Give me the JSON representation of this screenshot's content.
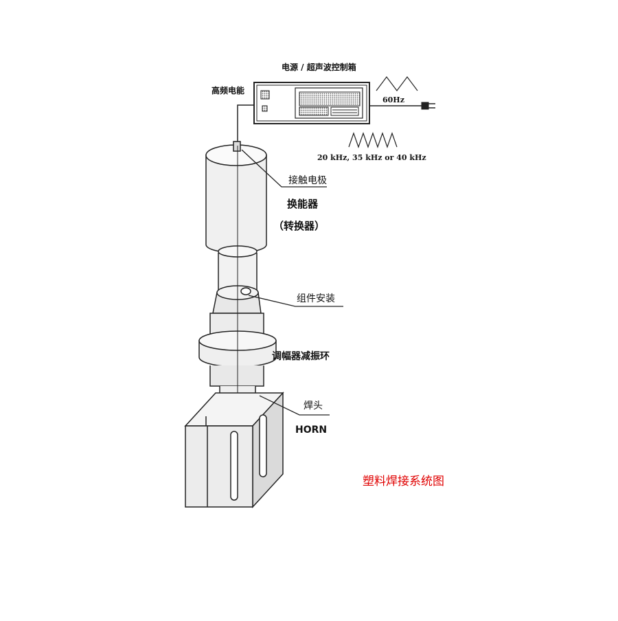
{
  "labels": {
    "control_box": "电源 / 超声波控制箱",
    "hf_power": "高频电能",
    "line_freq": "60Hz",
    "output_freq": "20 kHz, 35 kHz or 40 kHz",
    "contact_electrode": "接触电极",
    "transducer": "换能器",
    "converter": "（转换器）",
    "assembly_mount": "组件安装",
    "booster_ring": "调幅器减振环",
    "horn_cn": "焊头",
    "horn_en": "HORN",
    "caption": "塑料焊接系统图"
  },
  "colors": {
    "line": "#222222",
    "fill": "#f2f2f2",
    "shade": "#d6d6d6",
    "caption": "#e00000"
  }
}
